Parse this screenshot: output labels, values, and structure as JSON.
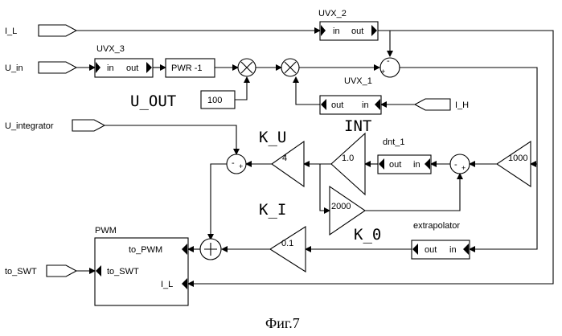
{
  "caption": "Фиг.7",
  "ports": {
    "i_l": "I_L",
    "u_in": "U_in",
    "u_integrator": "U_integrator",
    "to_swt": "to_SWT",
    "i_h": "I_H"
  },
  "blocks": {
    "uvx2": {
      "name": "UVX_2",
      "in": "in",
      "out": "out"
    },
    "uvx3": {
      "name": "UVX_3",
      "in": "in",
      "out": "out"
    },
    "uvx1": {
      "name": "UVX_1",
      "in": "in",
      "out": "out"
    },
    "pwr": {
      "label": "PWR -1"
    },
    "const100": {
      "value": "100"
    },
    "dnt1": {
      "name": "dnt_1",
      "in": "in",
      "out": "out"
    },
    "extrapolator": {
      "name": "extrapolator",
      "in": "in",
      "out": "out"
    },
    "pwm": {
      "name": "PWM",
      "to_pwm": "to_PWM",
      "to_swt": "to_SWT",
      "i_l": "I_L"
    }
  },
  "gains": {
    "g1000": "1000",
    "g1_0": "1.0",
    "g4": "4",
    "g2000": "2000",
    "g0_1": "0.1"
  },
  "annotations": {
    "u_out": "U_OUT",
    "int": "INT",
    "k_u": "K_U",
    "k_i": "K_I",
    "k_0": "K_0"
  },
  "signs": {
    "plus": "+",
    "minus": "-"
  }
}
